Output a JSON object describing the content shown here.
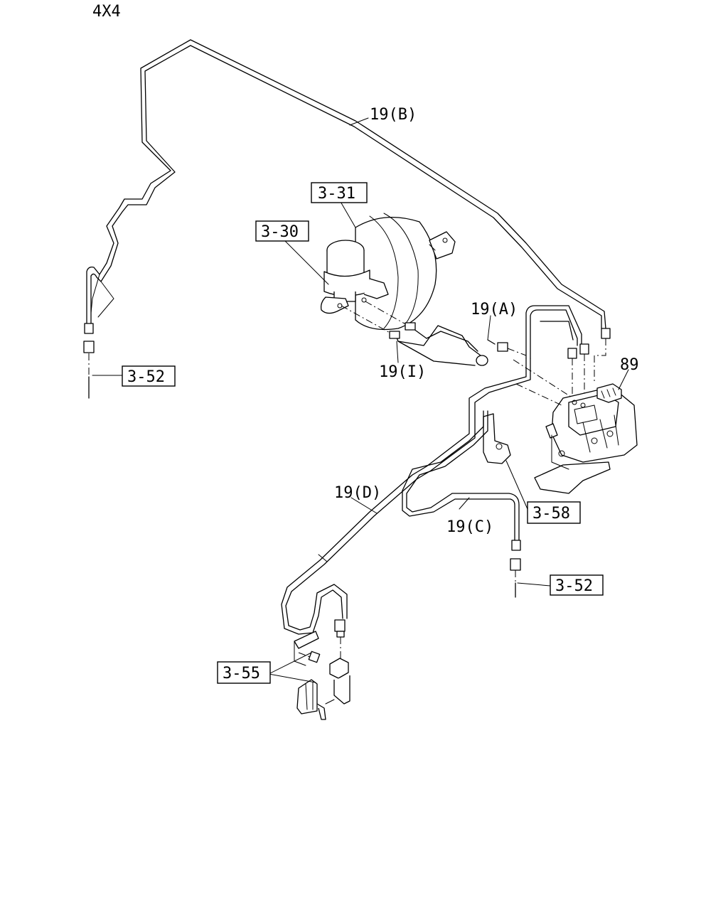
{
  "header": {
    "variant": "4X4"
  },
  "labels": {
    "line_b": "19(B)",
    "line_a": "19(A)",
    "line_i": "19(I)",
    "line_d": "19(D)",
    "line_c": "19(C)",
    "part_89": "89"
  },
  "ref_boxes": {
    "booster": "3-31",
    "master_cylinder": "3-30",
    "hose_left": "3-52",
    "hose_right": "3-52",
    "bracket": "3-58",
    "rear_block": "3-55"
  }
}
